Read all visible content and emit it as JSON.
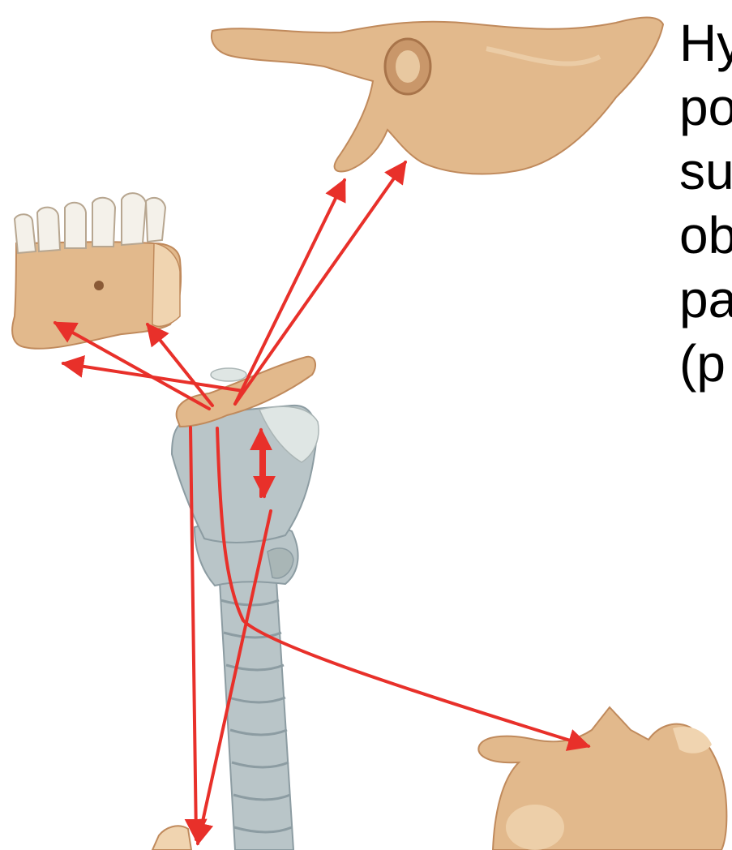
{
  "side_text": {
    "lines": [
      "Hy",
      "po",
      "su",
      "ob",
      "pa",
      "(p"
    ]
  },
  "colors": {
    "background": "#ffffff",
    "arrow": "#e8302a",
    "bone": "#e2b98c",
    "bone_dark": "#c08a5c",
    "bone_light": "#f0d4b0",
    "cartilage": "#b9c5c8",
    "cartilage_dark": "#8c9ca2",
    "tooth": "#f4f1ea",
    "trachea_ring": "#a9b6b6"
  },
  "structures": [
    "temporal-bone-styloid-process",
    "mandible-segment",
    "hyoid-bone",
    "thyroid-cartilage",
    "cricoid-cartilage",
    "trachea",
    "scapula",
    "sternum-clavicle"
  ]
}
